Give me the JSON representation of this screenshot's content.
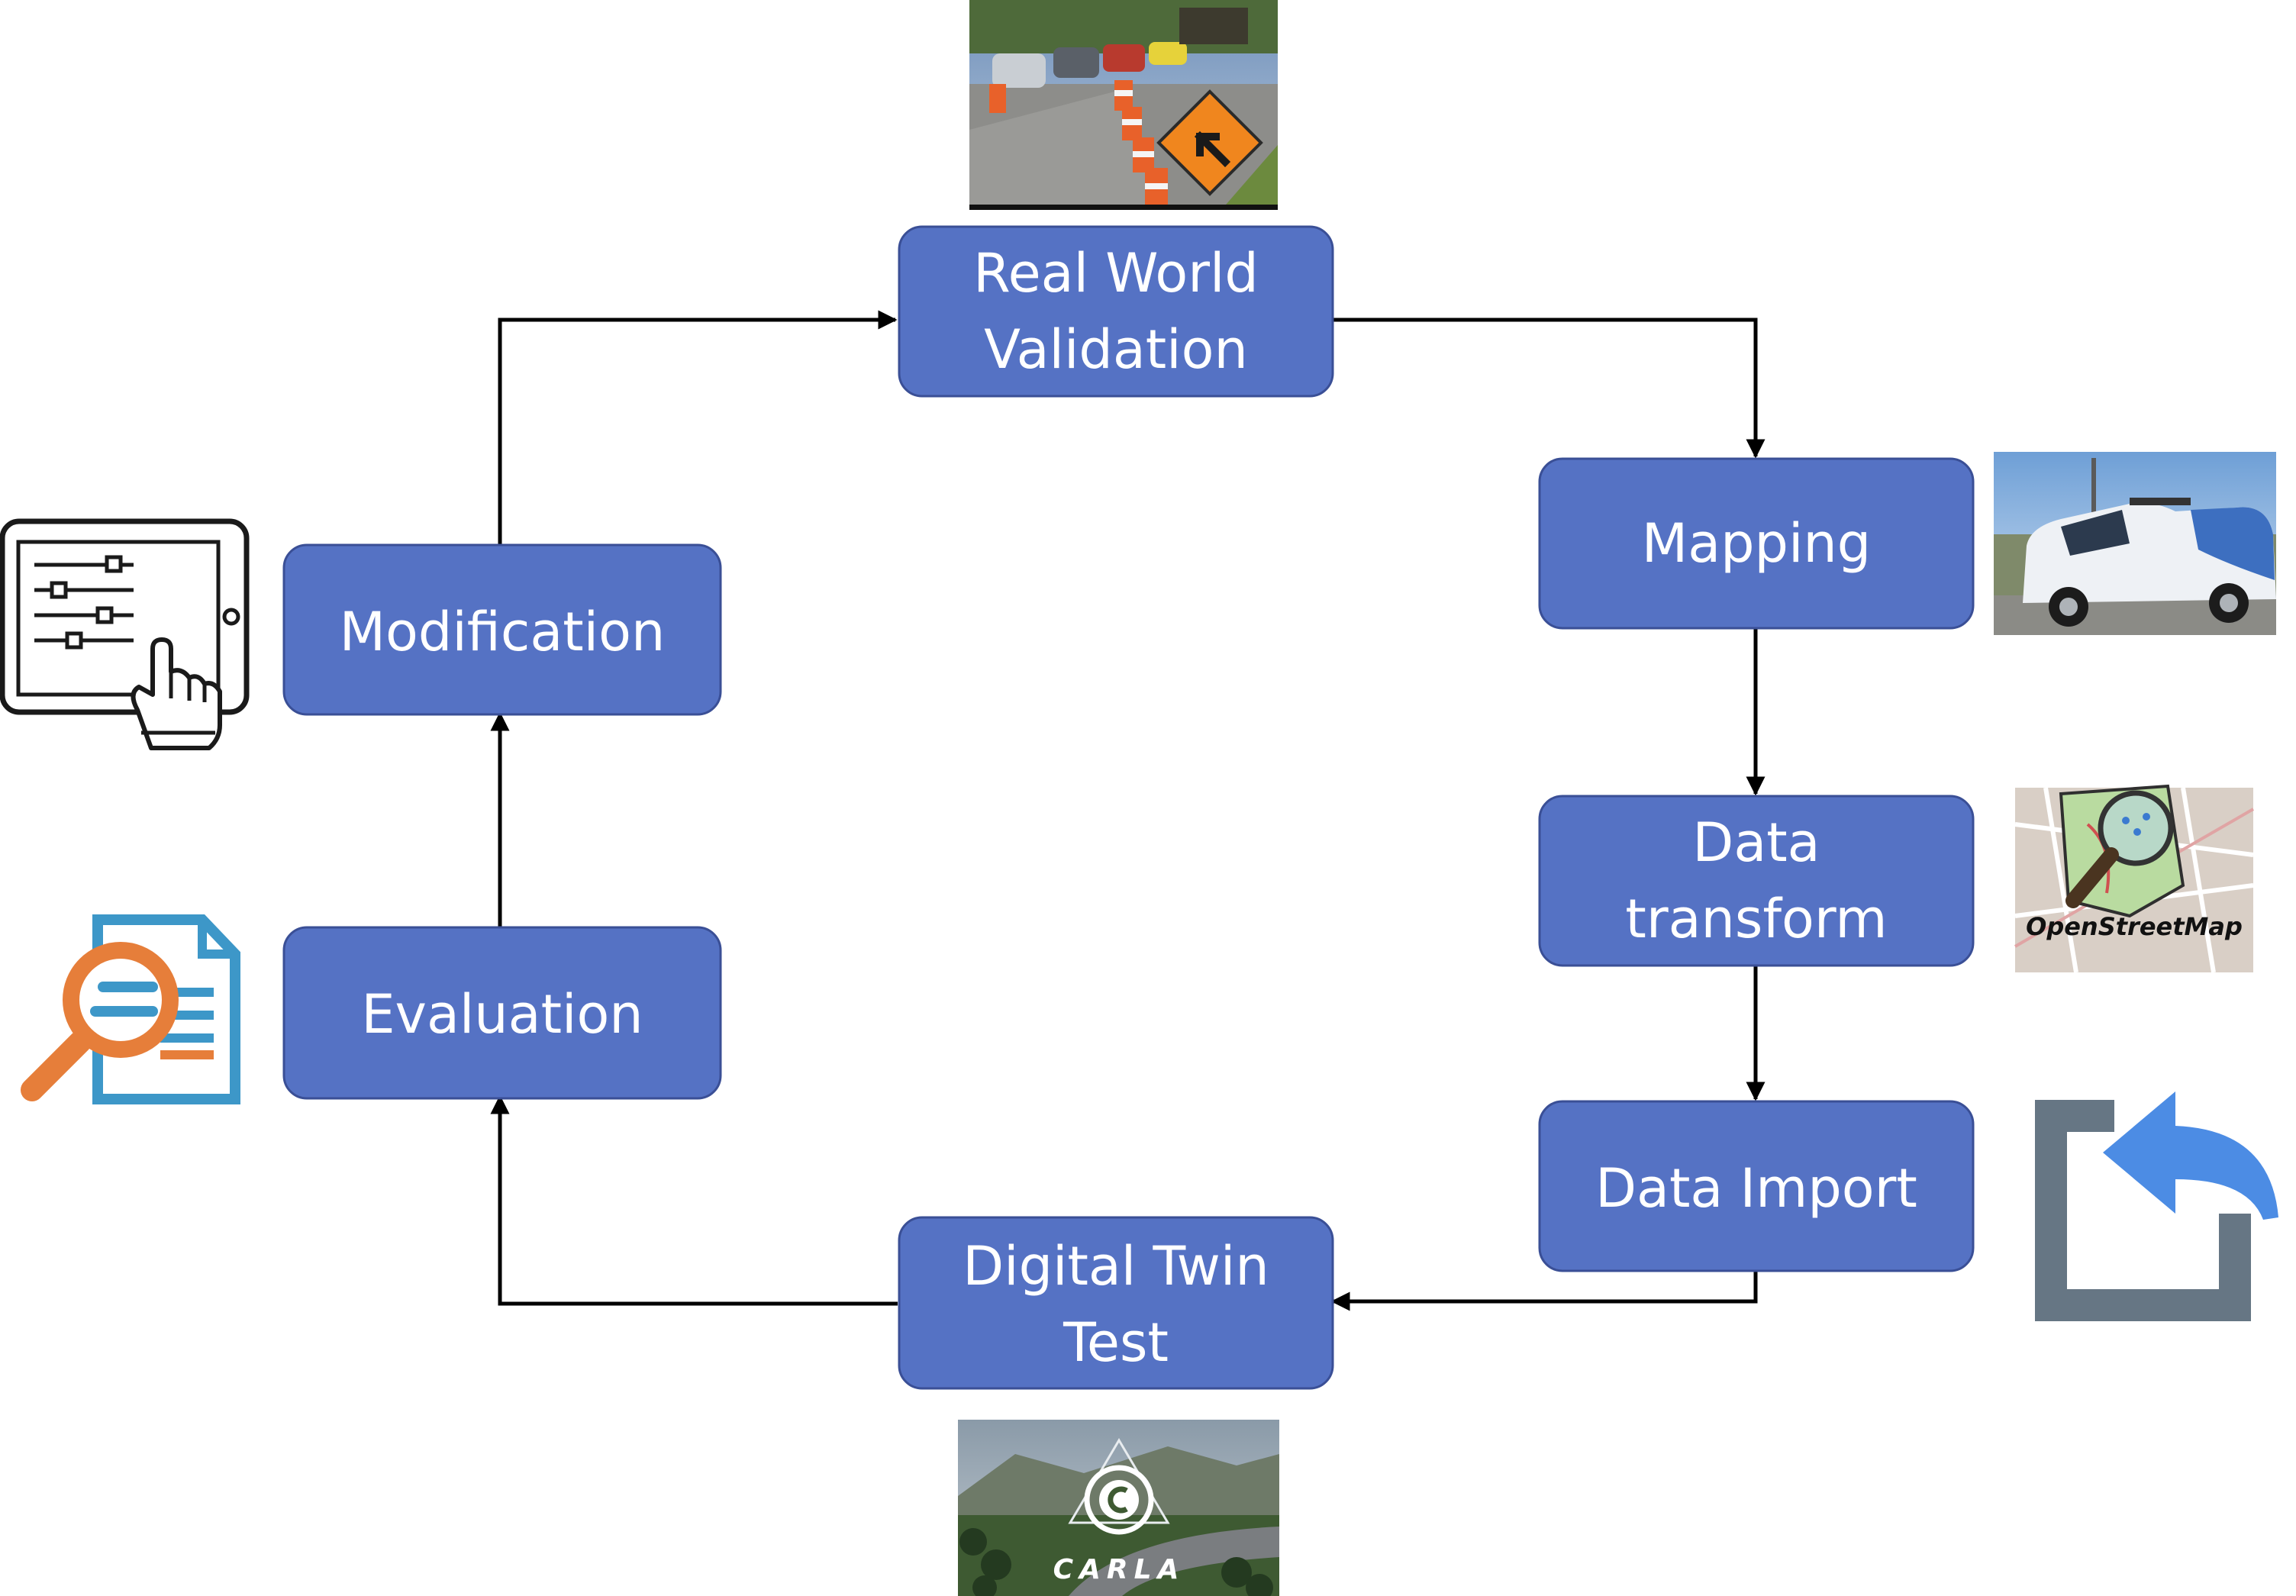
{
  "diagram": {
    "nodes": [
      {
        "id": "real-world-validation",
        "lines": [
          "Real World",
          "Validation"
        ]
      },
      {
        "id": "mapping",
        "lines": [
          "Mapping"
        ]
      },
      {
        "id": "data-transform",
        "lines": [
          "Data",
          "transform"
        ]
      },
      {
        "id": "data-import",
        "lines": [
          "Data Import"
        ]
      },
      {
        "id": "digital-twin-test",
        "lines": [
          "Digital Twin",
          "Test"
        ]
      },
      {
        "id": "evaluation",
        "lines": [
          "Evaluation"
        ]
      },
      {
        "id": "modification",
        "lines": [
          "Modification"
        ]
      }
    ],
    "edges": [
      {
        "from": "real-world-validation",
        "to": "mapping"
      },
      {
        "from": "mapping",
        "to": "data-transform"
      },
      {
        "from": "data-transform",
        "to": "data-import"
      },
      {
        "from": "data-import",
        "to": "digital-twin-test"
      },
      {
        "from": "digital-twin-test",
        "to": "evaluation"
      },
      {
        "from": "evaluation",
        "to": "modification"
      },
      {
        "from": "modification",
        "to": "real-world-validation"
      }
    ],
    "colors": {
      "node_fill": "#5572c4",
      "node_stroke": "#3a4f96",
      "arrow": "#000000"
    },
    "images": {
      "road_work_photo": "road-work-photo",
      "mapping_van_photo": "mapping-van-photo",
      "openstreetmap_logo": {
        "name": "openstreetmap-logo",
        "text": "OpenStreetMap"
      },
      "import_icon": "import-icon",
      "carla_logo": {
        "name": "carla-logo",
        "text": "CARLA"
      },
      "report_search_icon": "report-search-icon",
      "tablet_sliders_icon": "tablet-sliders-icon"
    }
  }
}
